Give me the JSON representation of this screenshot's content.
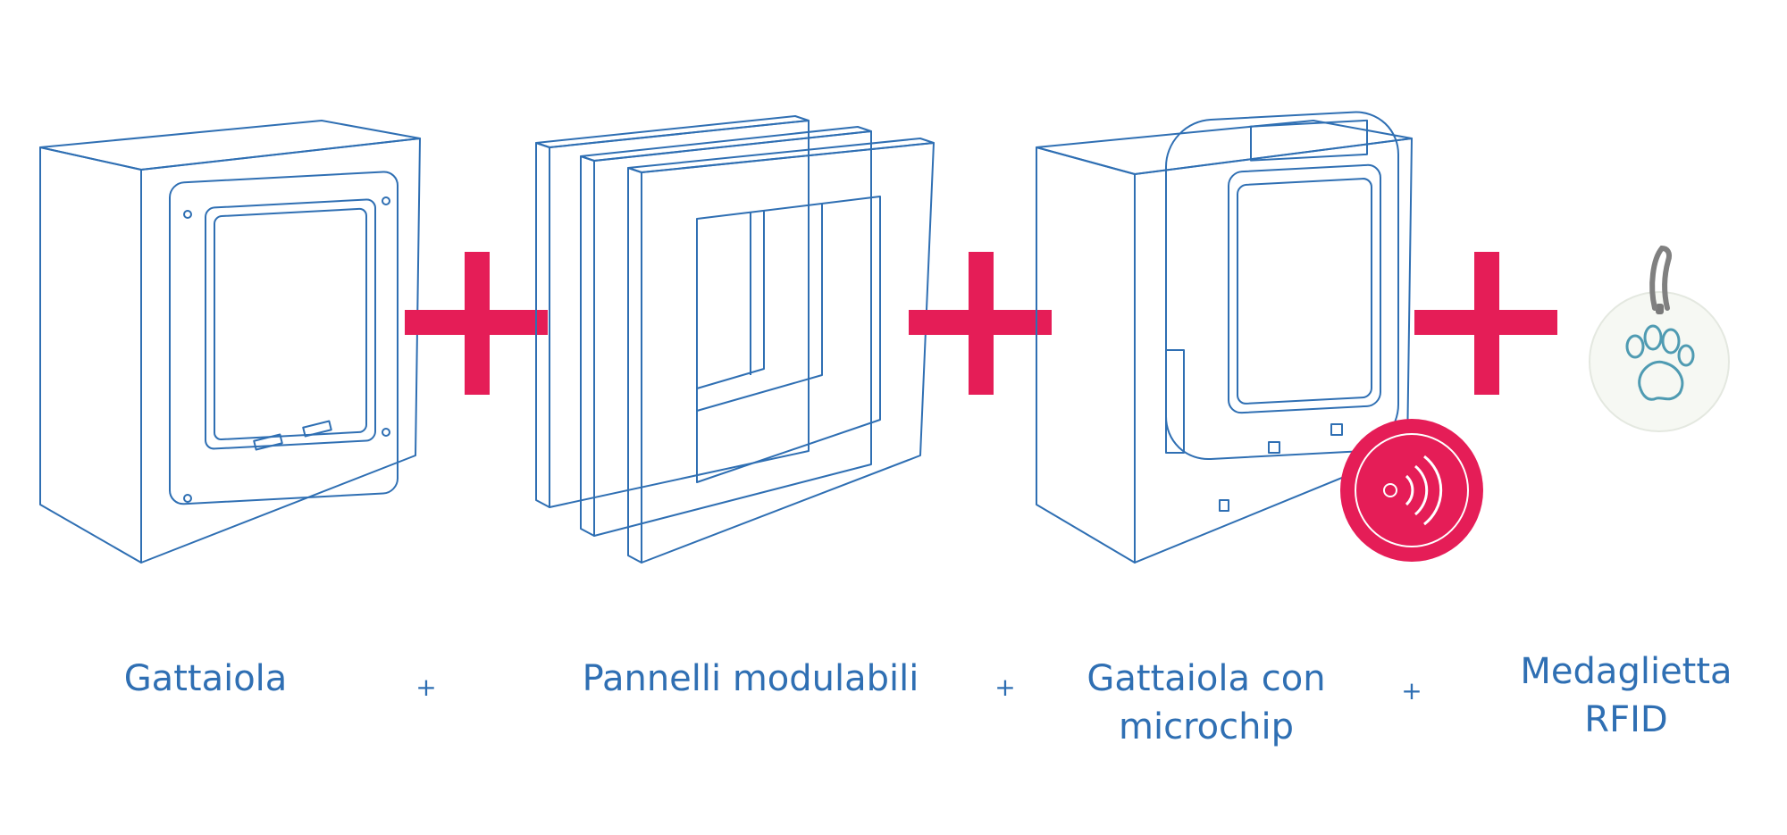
{
  "colors": {
    "line": "#2f6fb3",
    "accent": "#e51d57",
    "tag_paw": "#4f9bb2",
    "ring": "#808080"
  },
  "icons": [
    "cat-flap-icon",
    "modular-panels-icon",
    "microchip-cat-flap-icon",
    "rfid-signal-icon",
    "rfid-tag-icon",
    "paw-icon"
  ],
  "items": [
    {
      "label": "Gattaiola"
    },
    {
      "label_line1": "Pannelli modulabili"
    },
    {
      "label_line1": "Gattaiola con",
      "label_line2": "microchip"
    },
    {
      "label_line1": "Medaglietta",
      "label_line2": "RFID"
    }
  ],
  "plus_sign": "+"
}
